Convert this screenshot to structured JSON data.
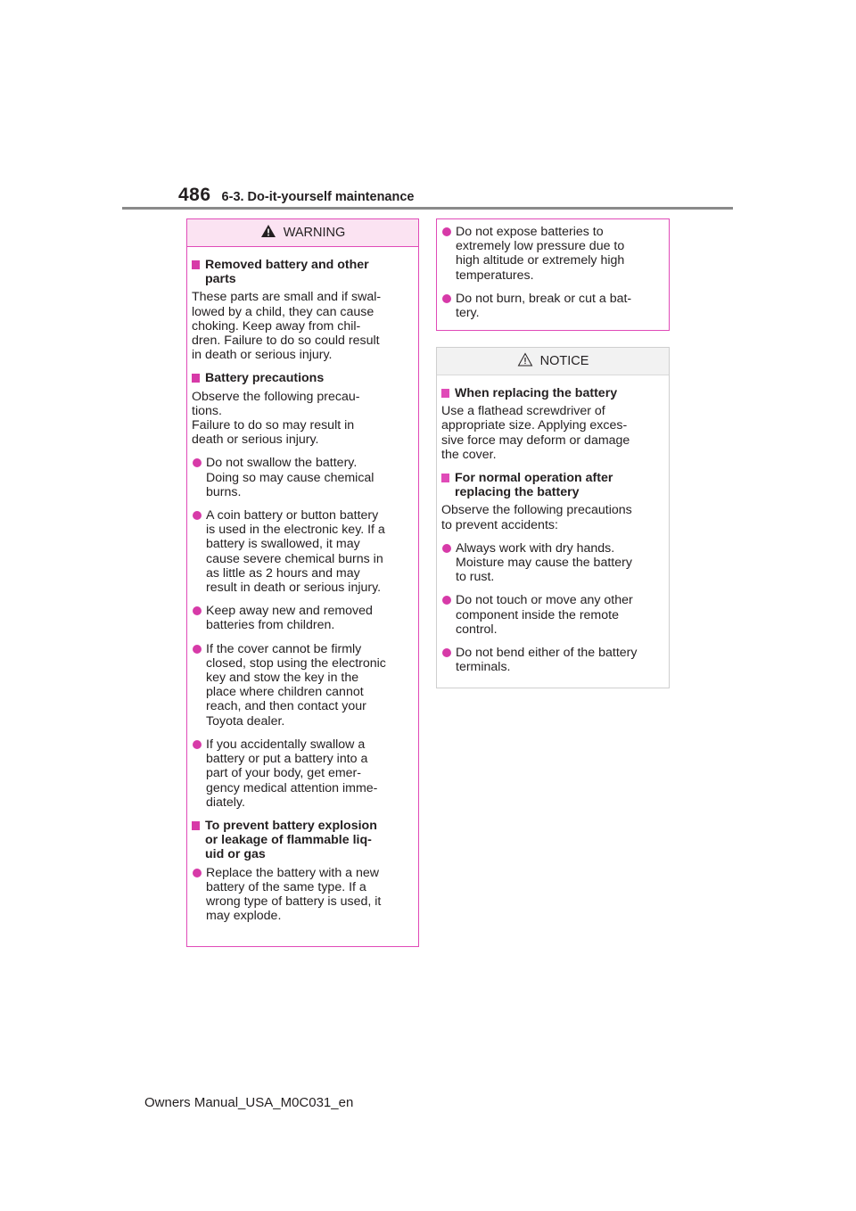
{
  "header": {
    "page_number": "486",
    "section": "6-3. Do-it-yourself maintenance"
  },
  "warning_box": {
    "title": "WARNING",
    "sections": [
      {
        "heading": "Removed battery and other\nparts",
        "paragraph": "These parts are small and if swal-\nlowed by a child, they can cause\nchoking. Keep away from chil-\ndren. Failure to do so could result\nin death or serious injury."
      },
      {
        "heading": "Battery precautions",
        "paragraph": "Observe the following precau-\ntions.\nFailure to do so may result in\ndeath or serious injury.",
        "bullets": [
          "Do not swallow the battery.\nDoing so may cause chemical\nburns.",
          "A coin battery or button battery\nis used in the electronic key. If a\nbattery is swallowed, it may\ncause severe chemical burns in\nas little as 2 hours and may\nresult in death or serious injury.",
          "Keep away new and removed\nbatteries from children.",
          "If the cover cannot be firmly\nclosed, stop using the electronic\nkey and stow the key in the\nplace where children cannot\nreach, and then contact your\nToyota dealer.",
          "If you accidentally swallow a\nbattery or put a battery into a\npart of your body, get emer-\ngency medical attention imme-\ndiately."
        ]
      },
      {
        "heading": "To prevent battery explosion\nor leakage of flammable liq-\nuid or gas",
        "bullets": [
          "Replace the battery with a new\nbattery of the same type. If a\nwrong type of battery is used, it\nmay explode."
        ]
      }
    ]
  },
  "warning_continued": {
    "bullets": [
      "Do not expose batteries to\nextremely low pressure due to\nhigh altitude or extremely high\ntemperatures.",
      "Do not burn, break or cut a bat-\ntery."
    ]
  },
  "notice_box": {
    "title": "NOTICE",
    "sections": [
      {
        "heading": "When replacing the battery",
        "paragraph": "Use a flathead screwdriver of\nappropriate size. Applying exces-\nsive force may deform or damage\nthe cover."
      },
      {
        "heading": "For normal operation after\nreplacing the battery",
        "paragraph": "Observe the following precautions\nto prevent accidents:",
        "bullets": [
          "Always work with dry hands.\nMoisture may cause the battery\nto rust.",
          "Do not touch or move any other\ncomponent inside the remote\ncontrol.",
          "Do not bend either of the battery\nterminals."
        ]
      }
    ]
  },
  "footer": {
    "text": "Owners Manual_USA_M0C031_en"
  },
  "colors": {
    "accent": "#d73aa8",
    "warning_header_bg": "#fbe3f2",
    "rule": "#8a8a8a"
  },
  "icons": {
    "warning": "warning-triangle-icon",
    "notice": "notice-triangle-icon"
  }
}
